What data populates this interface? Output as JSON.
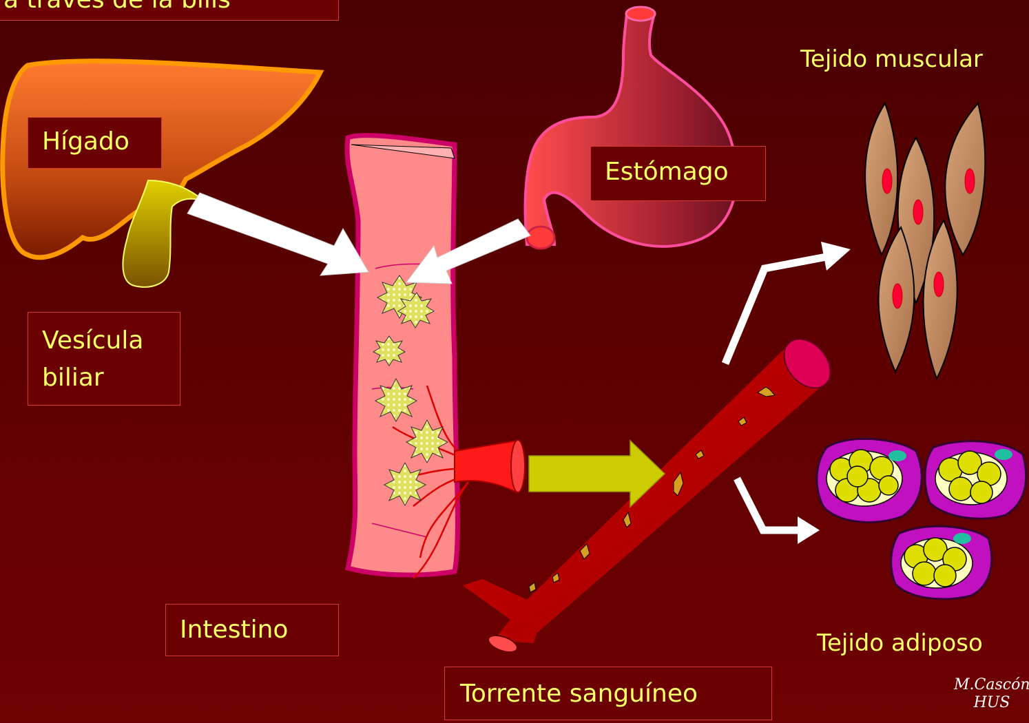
{
  "header": {
    "partial_title": "a través de la bilis"
  },
  "labels": {
    "higado": "Hígado",
    "vesicula": [
      "Vesícula",
      "biliar"
    ],
    "estomago": "Estómago",
    "intestino": "Intestino",
    "torrente": "Torrente sanguíneo",
    "tejido_muscular": "Tejido muscular",
    "tejido_adiposo": "Tejido adiposo"
  },
  "signature": [
    "M.Cascón",
    "HUS"
  ],
  "colors": {
    "background": "#600000",
    "label_text": "#ffff66",
    "label_border": "#d23a3a",
    "intestine": "#ff8a8a",
    "blood_vessel": "#cc0000",
    "arrow_white": "#ffffff",
    "arrow_olive": "#cccc00",
    "muscle_cell": "#c8946a",
    "adipocyte": "#c010c0"
  }
}
